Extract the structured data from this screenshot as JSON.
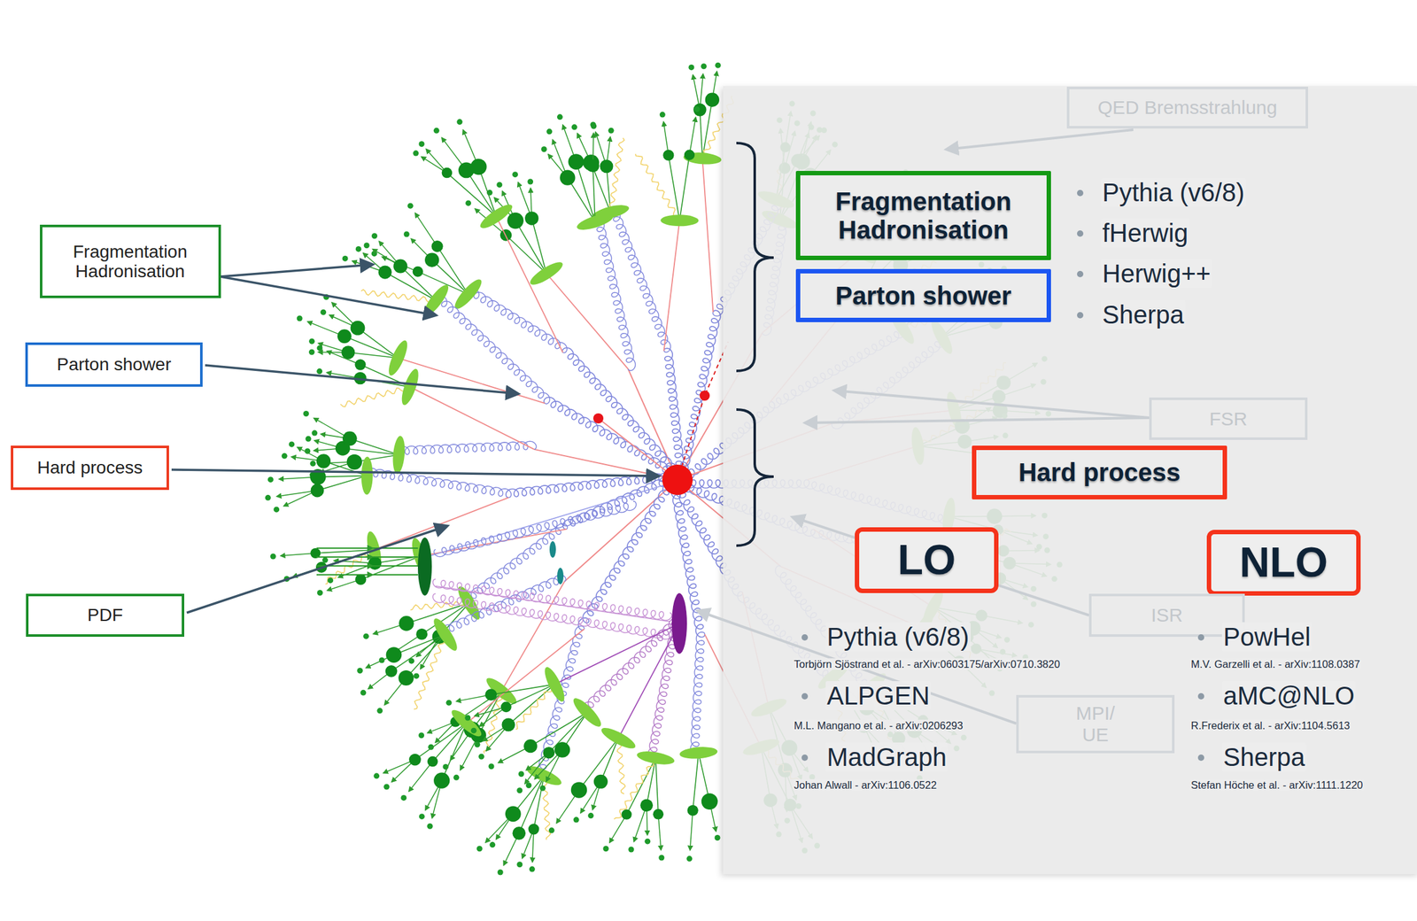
{
  "diagram": {
    "nodes": [
      {
        "text": [
          "Fragmentation Hadronisation"
        ]
      },
      {
        "text": [
          "Parton shower"
        ]
      },
      {
        "text": [
          "Hard process"
        ]
      },
      {
        "text": [
          "PDF"
        ]
      },
      {
        "text": [
          "QED Bremsstrahlung"
        ]
      },
      {
        "text": [
          "Fragmentation Hadronisation"
        ]
      },
      {
        "text": [
          "Parton shower"
        ]
      },
      {
        "text": [
          "FSR"
        ]
      },
      {
        "text": [
          "Hard process"
        ]
      },
      {
        "text": [
          "LO"
        ]
      },
      {
        "text": [
          "NLO"
        ]
      },
      {
        "text": [
          "ISR"
        ]
      },
      {
        "text": [
          "MPI/ UE"
        ]
      }
    ],
    "labels": [
      "Pythia (v6/8)",
      "fHerwig",
      "Herwig++",
      "Sherpa",
      "Pythia (v6/8)",
      "Torbjörn Sjöstrand et al. - arXiv:0603175/arXiv:0710.3820",
      "ALPGEN",
      "M.L. Mangano et al. - arXiv:0206293",
      "MadGraph",
      "Johan Alwall - arXiv:1106.0522",
      "PowHel",
      "M.V. Garzelli et al. - arXiv:1108.0387",
      "aMC@NLO",
      "R.Frederix et al. - arXiv:1104.5613",
      "Sherpa",
      "Stefan Höche et al. - arXiv:1111.1220"
    ]
  }
}
